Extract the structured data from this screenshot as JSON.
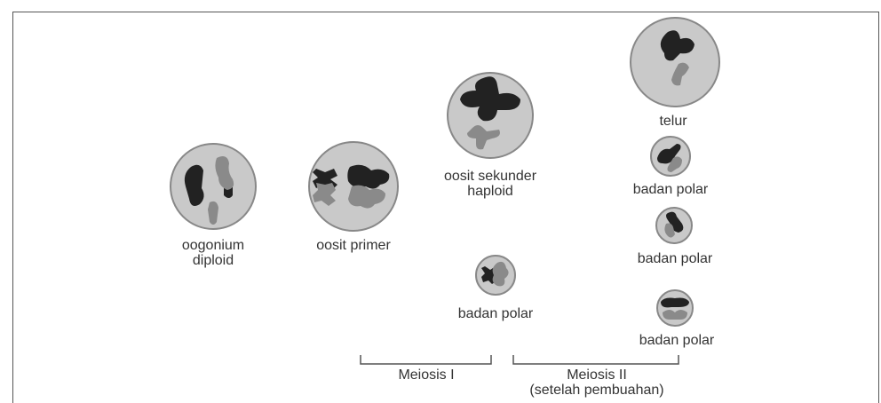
{
  "labels": {
    "oogonium": "oogonium",
    "oogonium_ploidy": "diploid",
    "oosit_primer": "oosit primer",
    "oosit_sekunder": "oosit sekunder",
    "oosit_sekunder_ploidy": "haploid",
    "badan_polar_1": "badan polar",
    "telur": "telur",
    "badan_polar_2": "badan polar",
    "badan_polar_3": "badan polar",
    "badan_polar_4": "badan polar",
    "meiosis_1": "Meiosis I",
    "meiosis_2": "Meiosis II",
    "meiosis_2_note": "(setelah pembuahan)"
  },
  "colors": {
    "cell_fill": "#c9c9c9",
    "cell_stroke": "#888888",
    "chromosome_dark": "#222222",
    "chromosome_light": "#8a8a8a",
    "bracket": "#555555",
    "text": "#333333"
  }
}
